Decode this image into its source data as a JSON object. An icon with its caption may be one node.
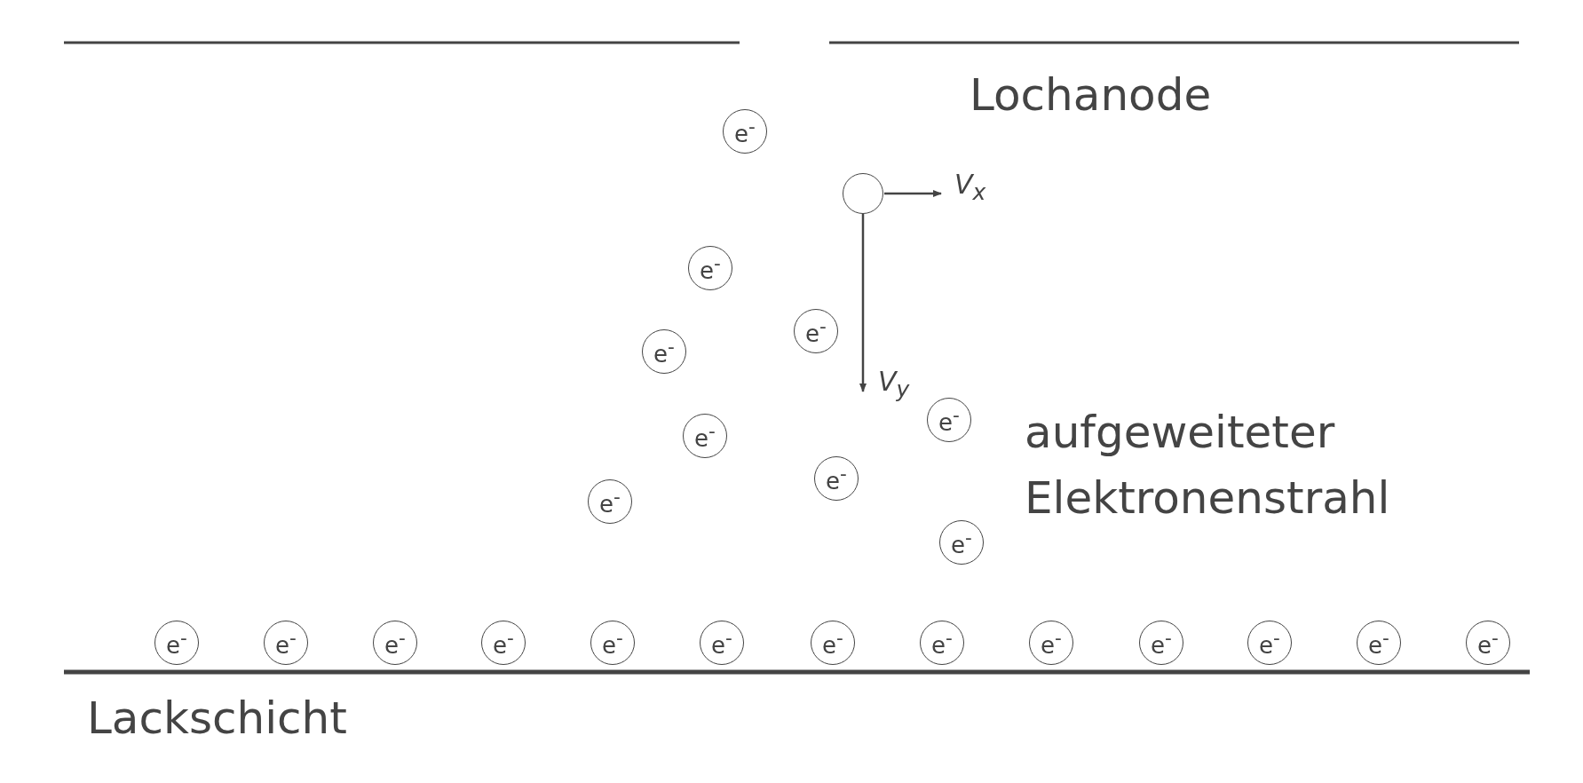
{
  "diagram": {
    "nodes": [
      {
        "text": [
          "e$^{-}$"
        ]
      },
      {
        "text": [],
        "shape": "circle"
      },
      {
        "text": [
          "e$^{-}$"
        ]
      },
      {
        "text": [
          "e$^{-}$"
        ]
      },
      {
        "text": [
          "e$^{-}$"
        ]
      },
      {
        "text": [
          "e$^{-}$"
        ]
      },
      {
        "text": [
          "e$^{-}$"
        ]
      },
      {
        "text": [
          "e$^{-}$"
        ]
      },
      {
        "text": [
          "e$^{-}$"
        ]
      },
      {
        "text": [
          "e$^{-}$"
        ]
      },
      {
        "text": [
          "e$^{-}$"
        ]
      },
      {
        "text": [
          "e$^{-}$"
        ]
      },
      {
        "text": [
          "e$^{-}$"
        ]
      },
      {
        "text": [
          "e$^{-}$"
        ]
      },
      {
        "text": [
          "e$^{-}$"
        ]
      },
      {
        "text": [
          "e$^{-}$"
        ]
      },
      {
        "text": [
          "e$^{-}$"
        ]
      },
      {
        "text": [
          "e$^{-}$"
        ]
      },
      {
        "text": [
          "e$^{-}$"
        ]
      },
      {
        "text": [
          "e$^{-}$"
        ]
      },
      {
        "text": [
          "e$^{-}$"
        ]
      },
      {
        "text": [
          "e$^{-}$"
        ]
      },
      {
        "text": [
          "e$^{-}$"
        ]
      }
    ],
    "labels": [
      "Lochanode",
      "V$_{x}$",
      "V$_{y}$",
      "aufgeweiteter Elektronenstrahl",
      "Lackschicht"
    ]
  }
}
